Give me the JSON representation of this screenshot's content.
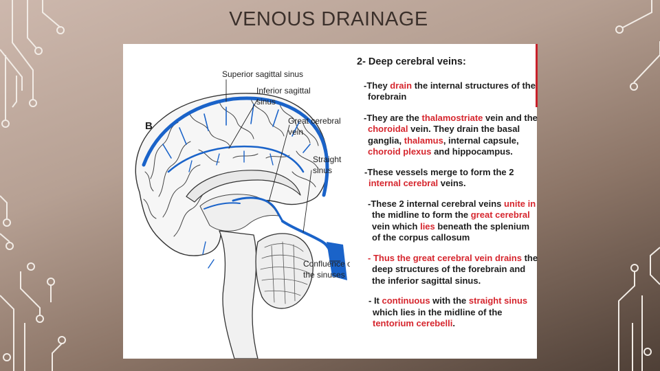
{
  "slide": {
    "title": "VENOUS DRAINAGE"
  },
  "diagram": {
    "panel_letter": "B",
    "labels": {
      "superior_sagittal_sinus": "Superior sagittal sinus",
      "inferior_sagittal_sinus_1": "Inferior sagittal",
      "inferior_sagittal_sinus_2": "sinus",
      "great_cerebral_vein_1": "Great cerebral",
      "great_cerebral_vein_2": "vein",
      "straight_sinus_1": "Straight",
      "straight_sinus_2": "sinus",
      "confluence_1": "Confluence of",
      "confluence_2": "the sinuses"
    }
  },
  "text": {
    "heading": "2- Deep cerebral veins:",
    "p1": {
      "a": "-They ",
      "b": "drain",
      "c": " the internal structures of the forebrain"
    },
    "p2": {
      "a": "-They are the ",
      "b": "thalamostriate",
      "c": " vein and the ",
      "d": "choroidal",
      "e": " vein. They drain the basal ganglia, ",
      "f": "thalamus",
      "g": ", internal capsule, ",
      "h": "choroid plexus",
      "i": " and hippocampus."
    },
    "p3": {
      "a": "-These vessels merge to form the 2 ",
      "b": "internal cerebral",
      "c": " veins."
    },
    "p4": {
      "a": "-These 2 internal cerebral veins ",
      "b": "unite in",
      "c": " the midline to form the ",
      "d": "great cerebral",
      "e": " vein which ",
      "f": "lies",
      "g": " beneath the splenium of the corpus callosum"
    },
    "p5": {
      "a": "- Thus the great cerebral vein drains",
      "b": " the deep structures of the forebrain and the inferior sagittal sinus."
    },
    "p6": {
      "a": "- It ",
      "b": "continuous",
      "c": " with the ",
      "d": "straight sinus",
      "e": " which lies in the midline of the ",
      "f": "tentorium cerebelli",
      "g": "."
    }
  },
  "colors": {
    "background": "#b6a093",
    "title": "#3b302b",
    "highlight_red": "#d6262e",
    "vein_blue": "#1a63c9",
    "circuit_line": "#f2ece6"
  }
}
